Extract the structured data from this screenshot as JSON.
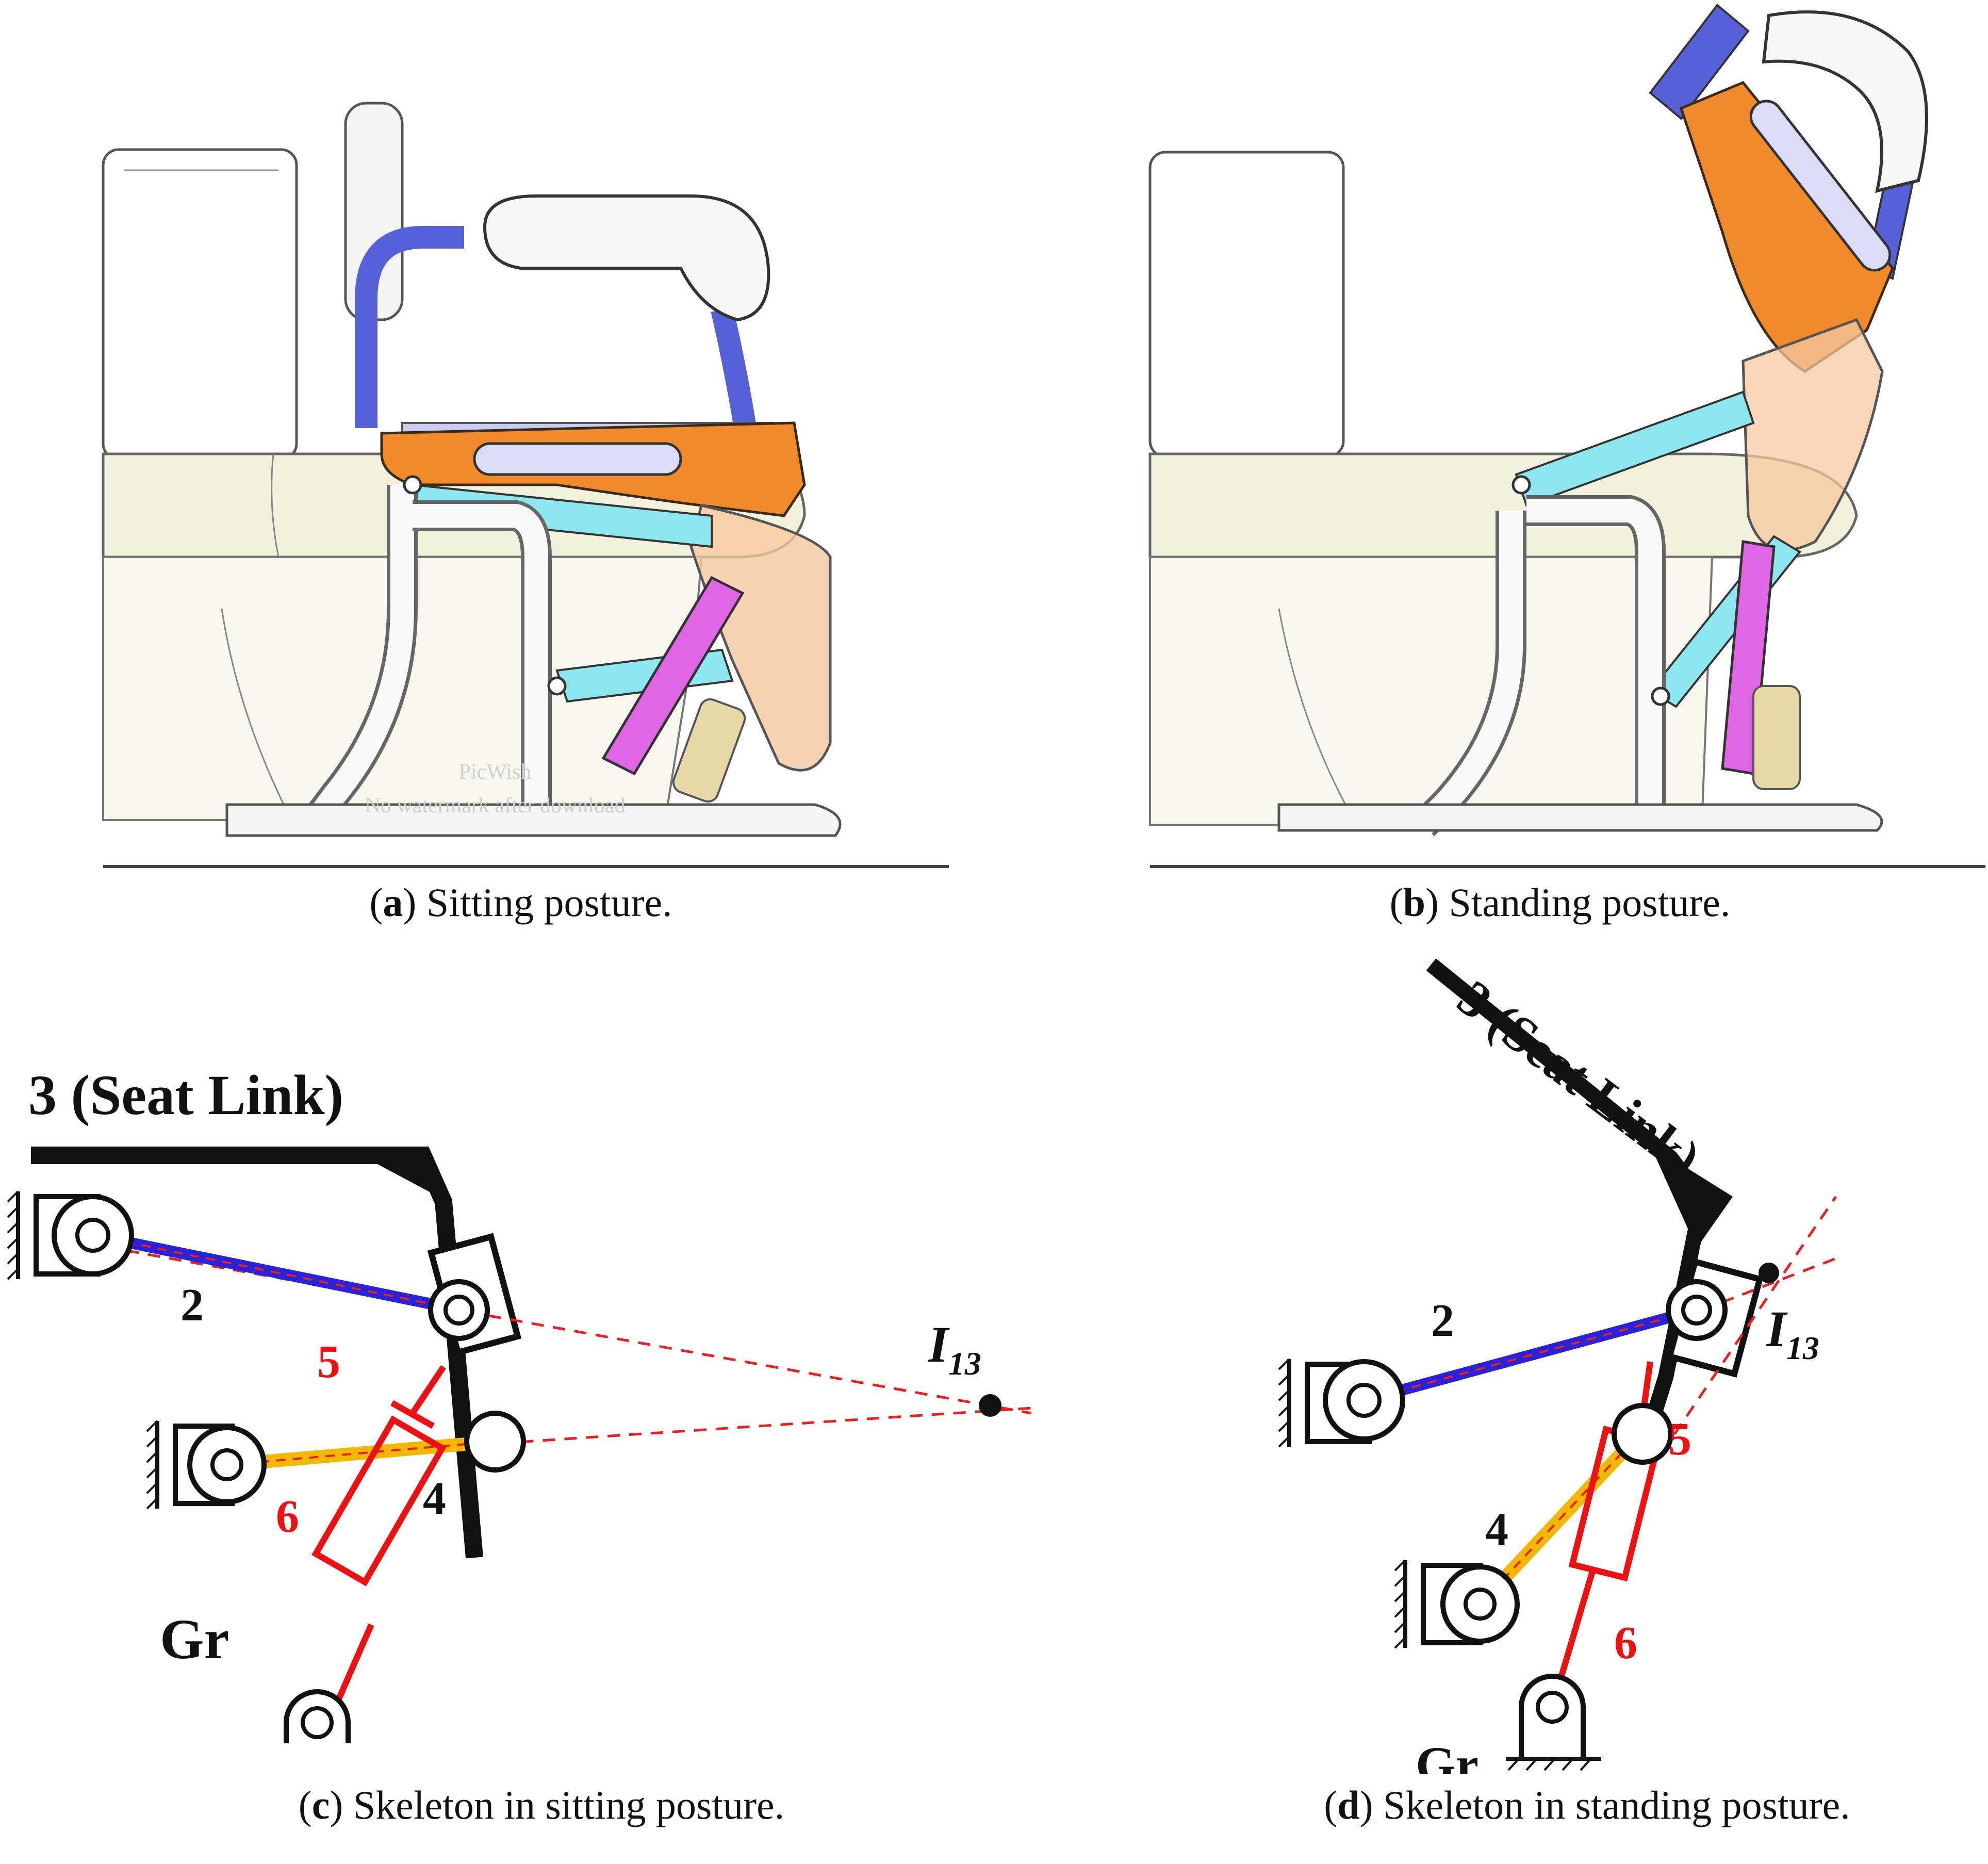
{
  "panels": {
    "a": {
      "letter": "a",
      "caption": " Sitting posture.",
      "watermark_line1": "PicWish",
      "watermark_line2": "No watermark after download"
    },
    "b": {
      "letter": "b",
      "caption": " Standing posture."
    },
    "c": {
      "letter": "c",
      "caption": " Skeleton in sitting posture.",
      "seat_label": "3 (Seat Link)",
      "link2": "2",
      "link4": "4",
      "link5": "5",
      "link6": "6",
      "ground": "Gr",
      "center_main": "I",
      "center_sub": "13"
    },
    "d": {
      "letter": "d",
      "caption": " Skeleton in standing posture.",
      "seat_label": "3 (Seat Link)",
      "link2": "2",
      "link4": "4",
      "link5": "5",
      "link6": "6",
      "ground": "Gr",
      "center_main": "I",
      "center_sub": "13"
    }
  },
  "colors": {
    "link2": "#2a22d6",
    "link4": "#f2b800",
    "actuator": "#ee1111",
    "frame": "#111111",
    "orange_plate": "#f08a2a",
    "cyan_link": "#8ee6ee",
    "magenta_actuator": "#e066e6",
    "blue_handle": "#5860d8",
    "toilet_fill": "#f2f2dc"
  }
}
